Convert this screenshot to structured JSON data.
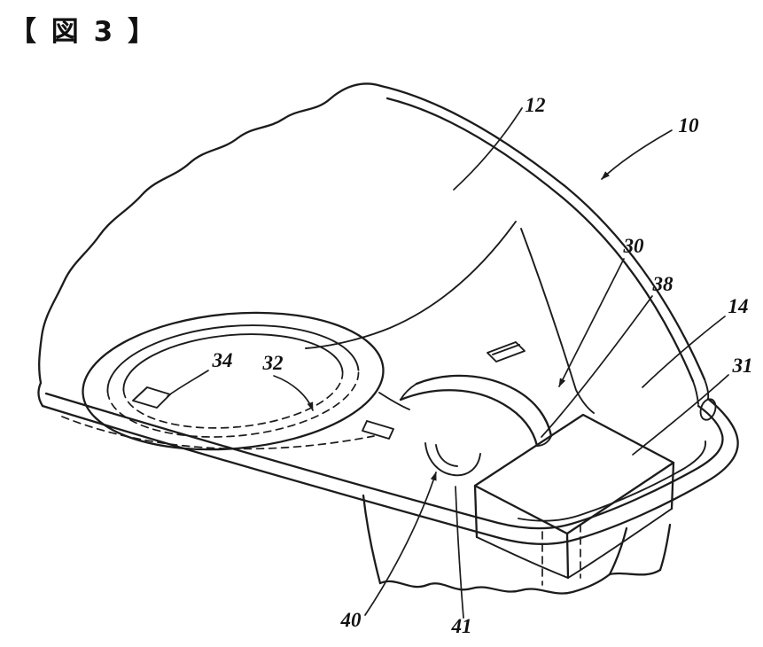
{
  "figure_label": "【 図 3 】",
  "reference_numerals": {
    "n10": "10",
    "n12": "12",
    "n14": "14",
    "n30": "30",
    "n31": "31",
    "n32": "32",
    "n34": "34",
    "n38": "38",
    "n40": "40",
    "n41": "41"
  },
  "colors": {
    "line": "#1c1c1c",
    "background": "#ffffff"
  }
}
